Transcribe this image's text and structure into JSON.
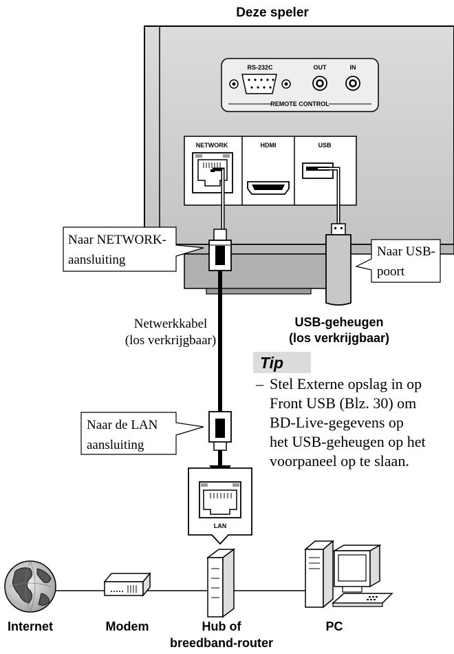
{
  "title": "Deze speler",
  "player": {
    "port_rs232c": "RS-232C",
    "port_out": "OUT",
    "port_in": "IN",
    "remote_control": "REMOTE CONTROL",
    "port_network": "NETWORK",
    "port_hdmi": "HDMI",
    "port_usb": "USB"
  },
  "callouts": {
    "network_line1": "Naar NETWORK-",
    "network_line2": "aansluiting",
    "usb_line1": "Naar USB-",
    "usb_line2": "poort",
    "lan_line1": "Naar de LAN",
    "lan_line2": "aansluiting"
  },
  "usb_memory": {
    "line1": "USB-geheugen",
    "line2": "(los verkrijgbaar)"
  },
  "network_cable": {
    "line1": "Netwerkkabel",
    "line2": "(los verkrijgbaar)"
  },
  "tip": {
    "heading": "Tip",
    "dash": "–",
    "lines": [
      "Stel Externe opslag in op",
      "Front USB (Blz. 30) om",
      "BD-Live-gegevens op",
      "het USB-geheugen op het",
      "voorpaneel op te slaan."
    ]
  },
  "hub_port_label": "LAN",
  "devices": {
    "internet": "Internet",
    "modem": "Modem",
    "hub_line1": "Hub of",
    "hub_line2": "breedband-router",
    "pc": "PC"
  }
}
